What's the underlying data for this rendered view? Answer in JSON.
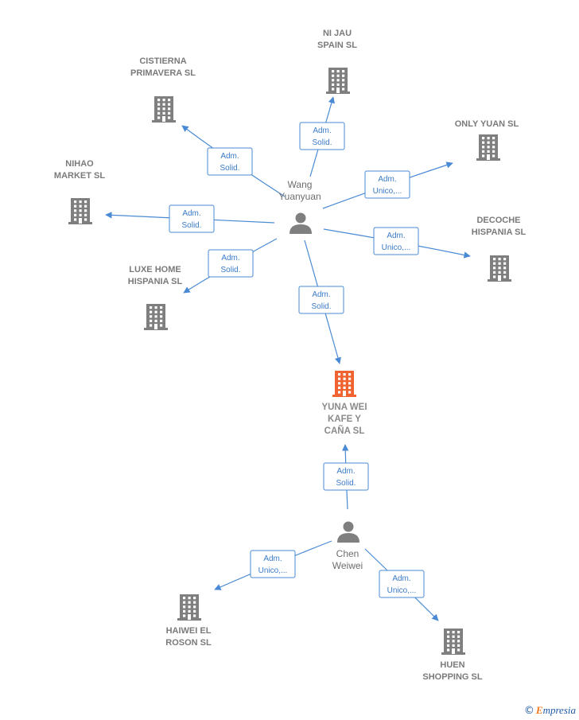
{
  "colors": {
    "edge": "#4a8ad4",
    "company": "#7f7f7f",
    "main_company": "#f0622f",
    "person": "#7f7f7f"
  },
  "people": [
    {
      "id": "wang",
      "lines": [
        "Wang",
        "Yuanyuan"
      ]
    },
    {
      "id": "chen",
      "lines": [
        "Chen",
        "Weiwei"
      ]
    }
  ],
  "companies": [
    {
      "id": "nijau",
      "lines": [
        "NI JAU",
        "SPAIN SL"
      ]
    },
    {
      "id": "cistierna",
      "lines": [
        "CISTIERNA",
        "PRIMAVERA SL"
      ]
    },
    {
      "id": "onlyyuan",
      "lines": [
        "ONLY YUAN  SL"
      ]
    },
    {
      "id": "nihao",
      "lines": [
        "NIHAO",
        "MARKET SL"
      ]
    },
    {
      "id": "decoche",
      "lines": [
        "DECOCHE",
        "HISPANIA  SL"
      ]
    },
    {
      "id": "luxe",
      "lines": [
        "LUXE HOME",
        "HISPANIA  SL"
      ]
    },
    {
      "id": "yuna",
      "lines": [
        "YUNA WEI",
        "KAFE Y",
        "CAÑA  SL"
      ],
      "main": true
    },
    {
      "id": "haiwei",
      "lines": [
        "HAIWEI EL",
        "ROSON  SL"
      ]
    },
    {
      "id": "huen",
      "lines": [
        "HUEN",
        "SHOPPING  SL"
      ]
    }
  ],
  "relations": [
    {
      "from": "wang",
      "to": "nijau",
      "lines": [
        "Adm.",
        "Solid."
      ]
    },
    {
      "from": "wang",
      "to": "cistierna",
      "lines": [
        "Adm.",
        "Solid."
      ]
    },
    {
      "from": "wang",
      "to": "onlyyuan",
      "lines": [
        "Adm.",
        "Unico,..."
      ]
    },
    {
      "from": "wang",
      "to": "nihao",
      "lines": [
        "Adm.",
        "Solid."
      ]
    },
    {
      "from": "wang",
      "to": "decoche",
      "lines": [
        "Adm.",
        "Unico,..."
      ]
    },
    {
      "from": "wang",
      "to": "luxe",
      "lines": [
        "Adm.",
        "Solid."
      ]
    },
    {
      "from": "wang",
      "to": "yuna",
      "lines": [
        "Adm.",
        "Solid."
      ]
    },
    {
      "from": "chen",
      "to": "yuna",
      "lines": [
        "Adm.",
        "Solid."
      ]
    },
    {
      "from": "chen",
      "to": "haiwei",
      "lines": [
        "Adm.",
        "Unico,..."
      ]
    },
    {
      "from": "chen",
      "to": "huen",
      "lines": [
        "Adm.",
        "Unico,..."
      ]
    }
  ],
  "watermark": {
    "copyright": "©",
    "brand_initial": "E",
    "brand_rest": "mpresia"
  }
}
